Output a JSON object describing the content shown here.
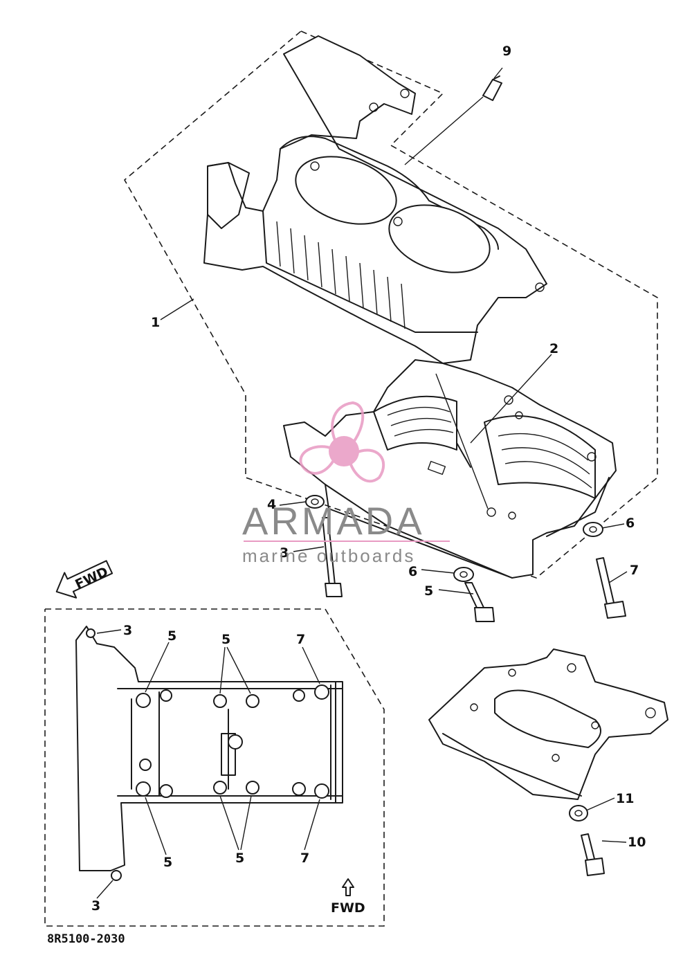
{
  "callouts": {
    "c1": "1",
    "c2": "2",
    "c3a": "3",
    "c4": "4",
    "c5a": "5",
    "c6a": "6",
    "c6b": "6",
    "c7a": "7",
    "c9": "9",
    "c10": "10",
    "c11": "11",
    "b3top": "3",
    "b3bot": "3",
    "b5tl": "5",
    "b5tc": "5",
    "b7top": "7",
    "b5bl": "5",
    "b5bc": "5",
    "b7bot": "7"
  },
  "fwd": {
    "arrow_label": "FWD",
    "box_label": "FWD"
  },
  "diagram_code": "8R5100-2030",
  "watermark": {
    "brand": "ARMADA",
    "sub": "marine outboards",
    "color": "#e89ac2"
  }
}
